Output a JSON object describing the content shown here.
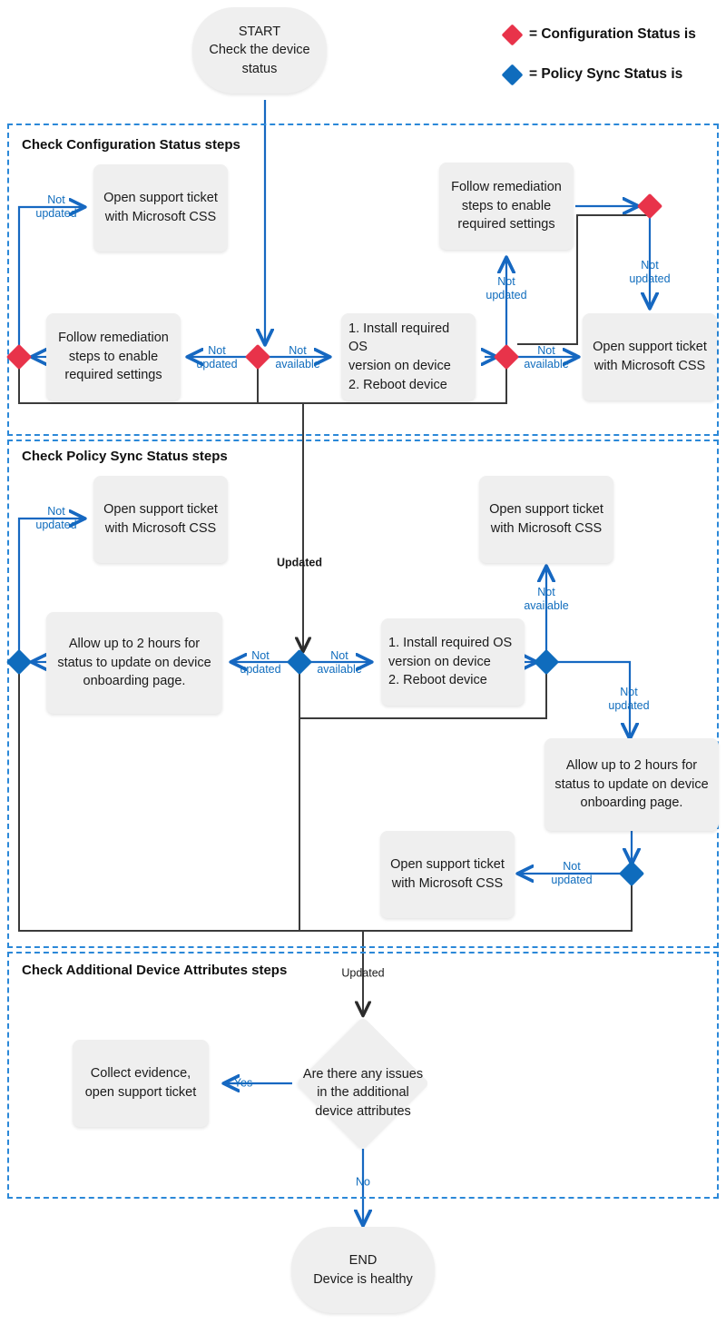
{
  "colors": {
    "accent_blue": "#0f6cbd",
    "arrow_blue": "#1668c1",
    "red_diamond": "#e8334a",
    "blue_diamond": "#0f6cbd",
    "dark_line": "#3b3b3b",
    "node_fill": "#efefef",
    "section_border": "#2b88d8"
  },
  "legend": {
    "items": [
      {
        "icon": "red-diamond-icon",
        "color": "#e8334a",
        "text": "= Configuration Status is"
      },
      {
        "icon": "blue-diamond-icon",
        "color": "#0f6cbd",
        "text": "= Policy Sync Status is"
      }
    ]
  },
  "start_node": {
    "line1": "START",
    "line2": "Check the device",
    "line3": "status"
  },
  "end_node": {
    "line1": "END",
    "line2": "Device is healthy"
  },
  "sections": [
    {
      "title": "Check Configuration Status steps"
    },
    {
      "title": "Check Policy Sync Status steps"
    },
    {
      "title": "Check Additional Device Attributes steps"
    }
  ],
  "config_section": {
    "support_ticket_left": {
      "line1": "Open support ticket",
      "line2": "with Microsoft CSS"
    },
    "remediation_left": {
      "line1": "Follow remediation",
      "line2": "steps to enable",
      "line3": "required settings"
    },
    "install_os": {
      "line1": "1. Install required OS",
      "line2": "    version on device",
      "line3": "2. Reboot device"
    },
    "remediation_right": {
      "line1": "Follow remediation",
      "line2": "steps to enable",
      "line3": "required settings"
    },
    "support_ticket_right": {
      "line1": "Open support ticket",
      "line2": "with Microsoft CSS"
    },
    "labels": {
      "not_updated_topleft": "Not\nupdated",
      "not_updated_mid": "Not\nupdated",
      "not_available_mid": "Not\navailable",
      "not_updated_up": "Not\nupdated",
      "not_available_right": "Not\navailable",
      "not_updated_topright": "Not\nupdated"
    }
  },
  "policy_section": {
    "support_ticket_left": {
      "line1": "Open support ticket",
      "line2": "with Microsoft CSS"
    },
    "allow_hours_left": {
      "line1": "Allow up to 2 hours for",
      "line2": "status to update on device",
      "line3": "onboarding page."
    },
    "install_os": {
      "line1": "1. Install required OS",
      "line2": "    version on device",
      "line3": "2. Reboot device"
    },
    "support_ticket_top": {
      "line1": "Open support ticket",
      "line2": "with Microsoft CSS"
    },
    "allow_hours_right": {
      "line1": "Allow up to 2 hours for",
      "line2": "status to update on device",
      "line3": "onboarding page."
    },
    "support_ticket_bottom": {
      "line1": "Open support ticket",
      "line2": "with Microsoft CSS"
    },
    "labels": {
      "updated_top": "Updated",
      "not_updated_topleft": "Not\nupdated",
      "not_updated_mid": "Not\nupdated",
      "not_available_mid": "Not\navailable",
      "not_available_up": "Not\navailable",
      "not_updated_right": "Not\nupdated",
      "not_updated_bottom": "Not\nupdated"
    }
  },
  "attributes_section": {
    "decision": {
      "line1": "Are there any issues",
      "line2": "in the additional",
      "line3": "device attributes"
    },
    "collect_evidence": {
      "line1": "Collect evidence,",
      "line2": "open support ticket"
    },
    "labels": {
      "updated": "Updated",
      "yes": "Yes",
      "no": "No"
    }
  }
}
